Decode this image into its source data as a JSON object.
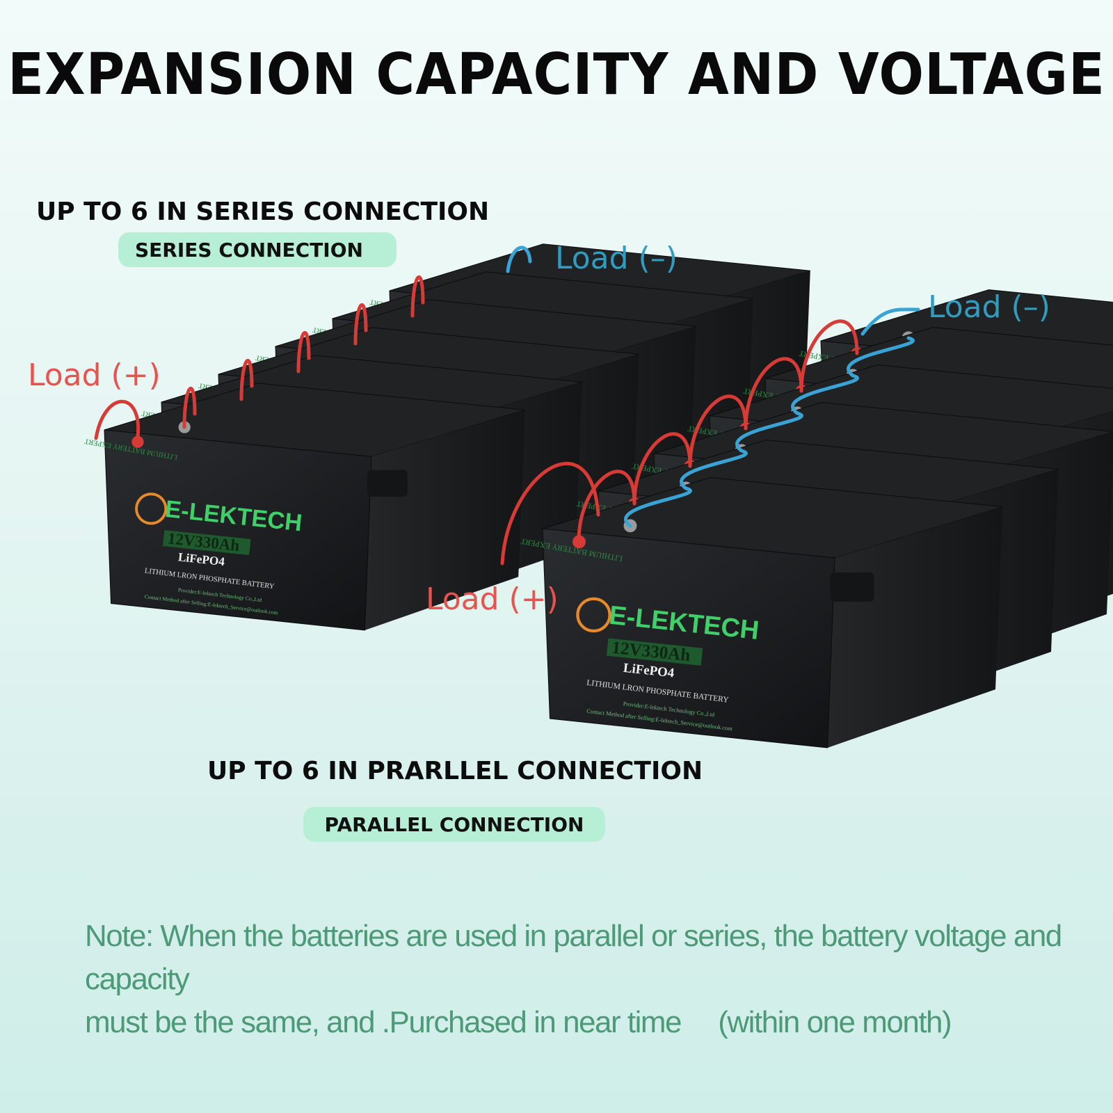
{
  "title": "EXPANSION CAPACITY AND VOLTAGE",
  "series": {
    "heading": "UP TO 6 IN SERIES CONNECTION",
    "pill": "SERIES CONNECTION",
    "load_pos": "Load (+)",
    "load_neg": "Load (–)",
    "battery_count": 6
  },
  "parallel": {
    "heading": "UP TO 6 IN PRARLLEL CONNECTION",
    "pill": "PARALLEL CONNECTION",
    "load_pos": "Load (+)",
    "load_neg": "Load (–)",
    "battery_count": 6
  },
  "battery_label": {
    "brand": "E-LEKTECH",
    "rating": "12V330Ah",
    "chemistry": "LiFePO4",
    "description": "LITHIUM LRON PHOSPHATE BATTERY",
    "provider": "Provider:E-lektech Technology Co.,Ltd",
    "contact": "Contact Method after Selling:E-lektech_Service@outlook.com",
    "top_text": "LITHIUM BATTERY EXPERT"
  },
  "note": {
    "line1": "Note: When the batteries are used in parallel or series, the battery voltage and capacity",
    "line2": "must be the same, and .Purchased in near time 　(within one month)"
  },
  "colors": {
    "battery_body": "#1d1f21",
    "brand_green": "#3fd06a",
    "brand_orange": "#e98a2a",
    "wire_red": "#d83a36",
    "wire_blue": "#3aa3d6",
    "pill_bg": "#b6efd6",
    "note_text": "#4d9a78"
  }
}
